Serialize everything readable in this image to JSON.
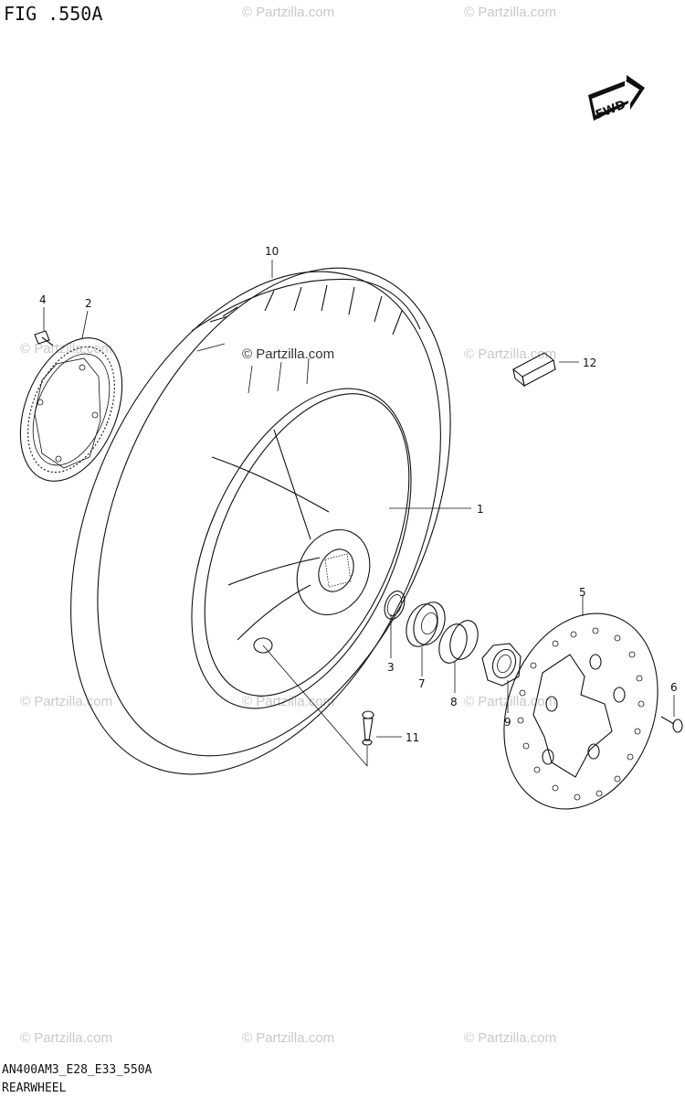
{
  "figure": {
    "title": "FIG .550A"
  },
  "footer": {
    "code": "AN400AM3_E28_E33_550A",
    "name": "REARWHEEL"
  },
  "fwd_badge": {
    "label": "FWD"
  },
  "watermark": {
    "text": "© Partzilla.com",
    "color": "#c9c9c9"
  },
  "parts": [
    {
      "no": "1"
    },
    {
      "no": "2"
    },
    {
      "no": "3"
    },
    {
      "no": "4"
    },
    {
      "no": "5"
    },
    {
      "no": "6"
    },
    {
      "no": "7"
    },
    {
      "no": "8"
    },
    {
      "no": "9"
    },
    {
      "no": "10"
    },
    {
      "no": "11"
    },
    {
      "no": "12"
    }
  ]
}
